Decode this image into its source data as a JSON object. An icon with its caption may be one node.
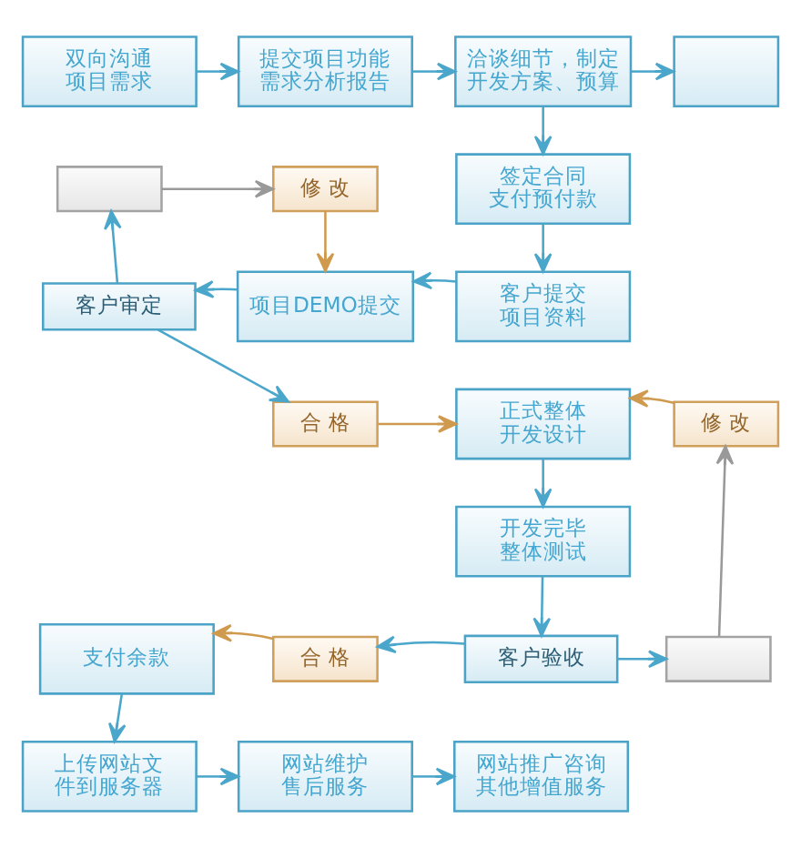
{
  "diagram": {
    "nodes": [
      {
        "text": [
          "双向沟通项目需求"
        ]
      },
      {
        "text": [
          "提交项目功能需求分析报告"
        ]
      },
      {
        "text": [
          "洽谈细节，制定开发方案、预算"
        ]
      },
      {
        "text": [],
        "shape": "box"
      },
      {
        "text": [],
        "shape": "box"
      },
      {
        "text": [
          "修 改"
        ]
      },
      {
        "text": [
          "签定合同支付预付款"
        ]
      },
      {
        "text": [
          "客户审定"
        ]
      },
      {
        "text": [
          "项目DEMO提交"
        ]
      },
      {
        "text": [
          "客户提交项目资料"
        ]
      },
      {
        "text": [
          "合 格"
        ]
      },
      {
        "text": [
          "正式整体开发设计"
        ]
      },
      {
        "text": [
          "修 改"
        ]
      },
      {
        "text": [
          "开发完毕整体测试"
        ]
      },
      {
        "text": [
          "支付余款"
        ]
      },
      {
        "text": [
          "合 格"
        ]
      },
      {
        "text": [
          "客户验收"
        ]
      },
      {
        "text": [],
        "shape": "box"
      },
      {
        "text": [
          "上传网站文件到服务器"
        ]
      },
      {
        "text": [
          "网站维护售后服务"
        ]
      },
      {
        "text": [
          "网站推广咨询其他增值服务"
        ]
      }
    ],
    "edges": [
      {
        "from": 0,
        "to": 1,
        "arrow": "to"
      },
      {
        "from": 1,
        "to": 2,
        "arrow": "to"
      },
      {
        "from": 2,
        "to": 3,
        "arrow": "to"
      },
      {
        "from": 2,
        "to": 6,
        "arrow": "to"
      },
      {
        "from": 4,
        "to": 5,
        "arrow": "to",
        "color": "#999999"
      },
      {
        "from": 5,
        "to": 8,
        "arrow": "to",
        "color": "#d09a4e"
      },
      {
        "from": 6,
        "to": 9,
        "arrow": "to"
      },
      {
        "from": 9,
        "to": 8,
        "arrow": "to"
      },
      {
        "from": 8,
        "to": 7,
        "arrow": "to"
      },
      {
        "from": 7,
        "to": 4,
        "arrow": "to"
      },
      {
        "from": 7,
        "to": 10,
        "arrow": "to"
      },
      {
        "from": 10,
        "to": 11,
        "arrow": "to",
        "color": "#d09a4e"
      },
      {
        "from": 12,
        "to": 11,
        "arrow": "to",
        "color": "#d09a4e"
      },
      {
        "from": 11,
        "to": 13,
        "arrow": "to"
      },
      {
        "from": 13,
        "to": 16,
        "arrow": "to"
      },
      {
        "from": 16,
        "to": 15,
        "arrow": "to"
      },
      {
        "from": 15,
        "to": 14,
        "arrow": "to",
        "color": "#d09a4e"
      },
      {
        "from": 16,
        "to": 17,
        "arrow": "to"
      },
      {
        "from": 17,
        "to": 12,
        "arrow": "to",
        "color": "#999999"
      },
      {
        "from": 14,
        "to": 18,
        "arrow": "to"
      },
      {
        "from": 18,
        "to": 19,
        "arrow": "to"
      },
      {
        "from": 19,
        "to": 20,
        "arrow": "to"
      }
    ]
  }
}
